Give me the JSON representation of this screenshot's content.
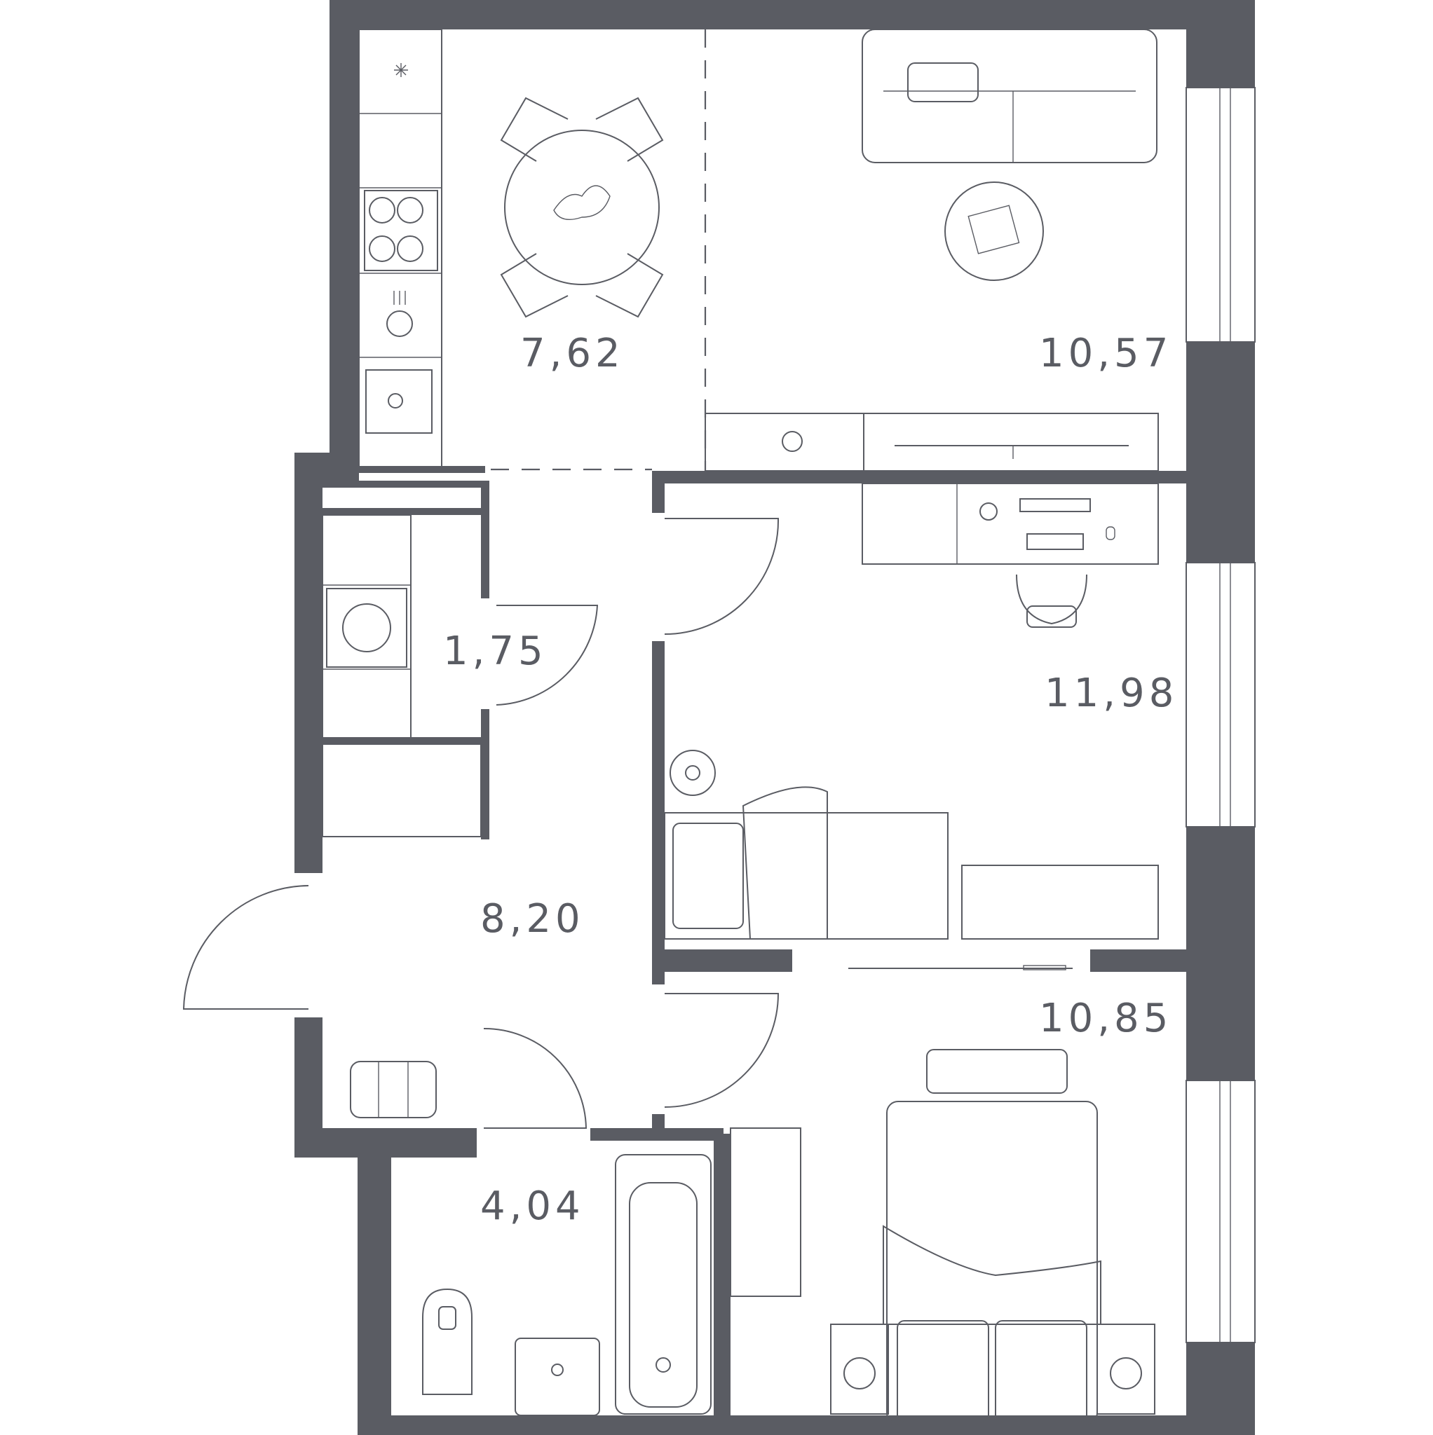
{
  "rooms": [
    {
      "id": "kitchen",
      "area": "7,62"
    },
    {
      "id": "living",
      "area": "10,57"
    },
    {
      "id": "storage",
      "area": "1,75"
    },
    {
      "id": "bedroom-1",
      "area": "11,98"
    },
    {
      "id": "hallway",
      "area": "8,20"
    },
    {
      "id": "bedroom-2",
      "area": "10,85"
    },
    {
      "id": "bathroom",
      "area": "4,04"
    }
  ],
  "colors": {
    "wall": "#5a5c63",
    "line": "#5a5c63",
    "background": "#ffffff"
  }
}
